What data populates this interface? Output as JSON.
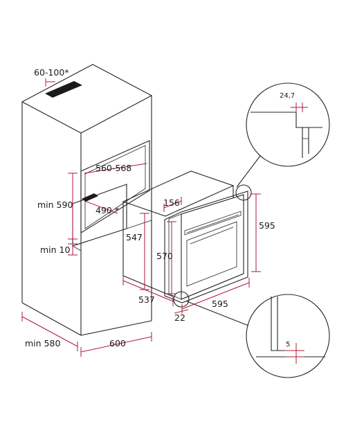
{
  "labels": {
    "vent_gap": "60-100*",
    "niche_width": "560-568",
    "niche_height": "min 590",
    "shelf_depth": "490 *",
    "plinth_gap": "min 10",
    "cabinet_depth": "min 580",
    "cabinet_width": "600",
    "oven_top_depth": "156",
    "oven_body_height": "547",
    "oven_front_height": "570",
    "oven_total_height": "595",
    "oven_depth": "537",
    "oven_width": "595",
    "door_offset": "22",
    "detail_top": "24,7",
    "detail_bottom": "5"
  },
  "colors": {
    "line": "#222222",
    "dimension": "#b0173a",
    "vent": "#1a1a1a"
  }
}
